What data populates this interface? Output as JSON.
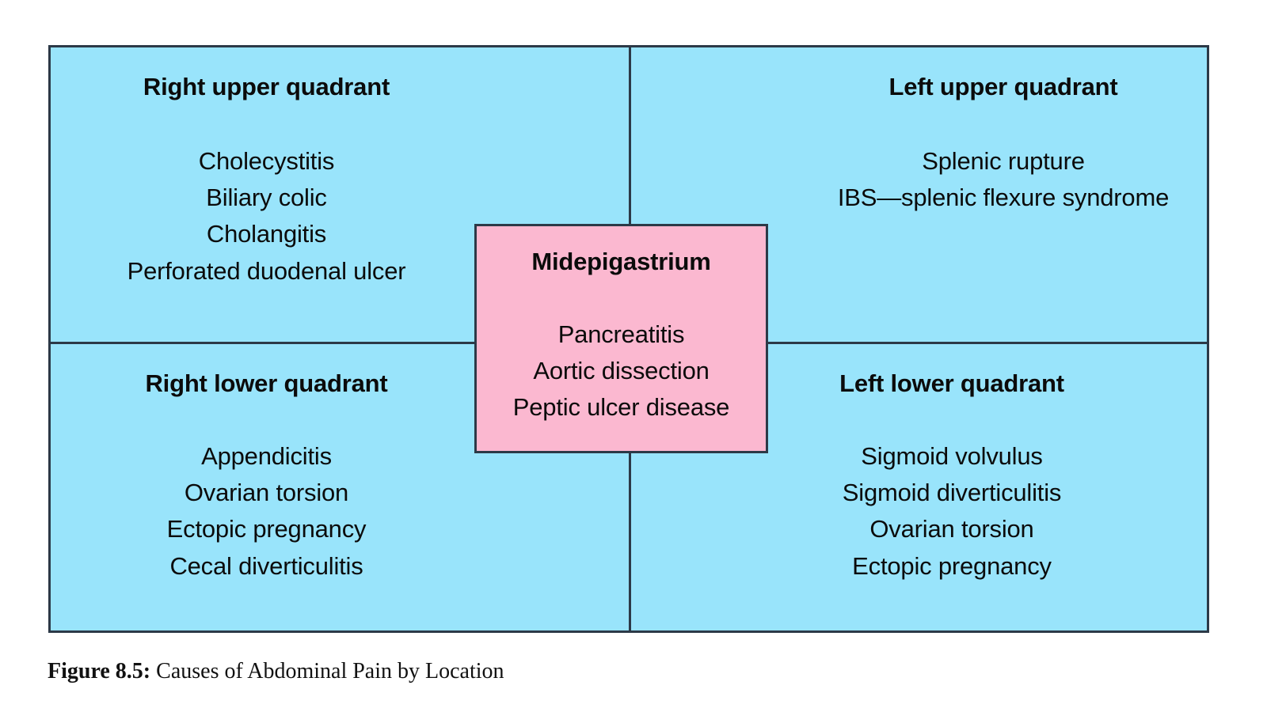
{
  "figure": {
    "caption_label": "Figure 8.5:",
    "caption_text": " Causes of Abdominal Pain by Location"
  },
  "colors": {
    "quadrant_background": "#99e4fb",
    "center_background": "#fbb8d0",
    "border": "#2c3947",
    "text": "#0b0b0b"
  },
  "quadrants": {
    "right_upper": {
      "heading": "Right upper quadrant",
      "items": [
        "Cholecystitis",
        "Biliary colic",
        "Cholangitis",
        "Perforated duodenal ulcer"
      ]
    },
    "left_upper": {
      "heading": "Left upper quadrant",
      "items": [
        "Splenic rupture",
        "IBS—splenic flexure syndrome"
      ]
    },
    "right_lower": {
      "heading": "Right lower quadrant",
      "items": [
        "Appendicitis",
        "Ovarian torsion",
        "Ectopic pregnancy",
        "Cecal diverticulitis"
      ]
    },
    "left_lower": {
      "heading": "Left lower quadrant",
      "items": [
        "Sigmoid volvulus",
        "Sigmoid diverticulitis",
        "Ovarian torsion",
        "Ectopic pregnancy"
      ]
    },
    "midepigastrium": {
      "heading": "Midepigastrium",
      "items": [
        "Pancreatitis",
        "Aortic dissection",
        "Peptic ulcer disease"
      ]
    }
  }
}
